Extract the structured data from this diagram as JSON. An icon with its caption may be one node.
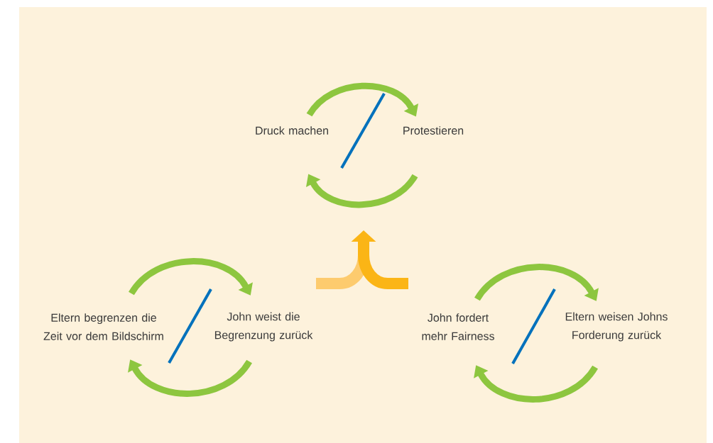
{
  "diagram": {
    "nodes": [
      {
        "text": [
          "Druck machen"
        ]
      },
      {
        "text": [
          "Protestieren"
        ]
      },
      {
        "text": [
          "Eltern begrenzen die Zeit vor dem Bildschirm"
        ]
      },
      {
        "text": [
          "John weist die Begrenzung zurück"
        ]
      },
      {
        "text": [
          "John fordert mehr Fairness"
        ]
      },
      {
        "text": [
          "Eltern weisen Johns Forderung zurück"
        ]
      }
    ],
    "edges": [
      {
        "from": 0,
        "to": 1,
        "arrow": "to"
      },
      {
        "from": 1,
        "to": 0,
        "arrow": "to"
      },
      {
        "from": 2,
        "to": 3,
        "arrow": "to"
      },
      {
        "from": 3,
        "to": 2,
        "arrow": "to"
      },
      {
        "from": 4,
        "to": 5,
        "arrow": "to"
      },
      {
        "from": 5,
        "to": 4,
        "arrow": "to"
      }
    ]
  }
}
